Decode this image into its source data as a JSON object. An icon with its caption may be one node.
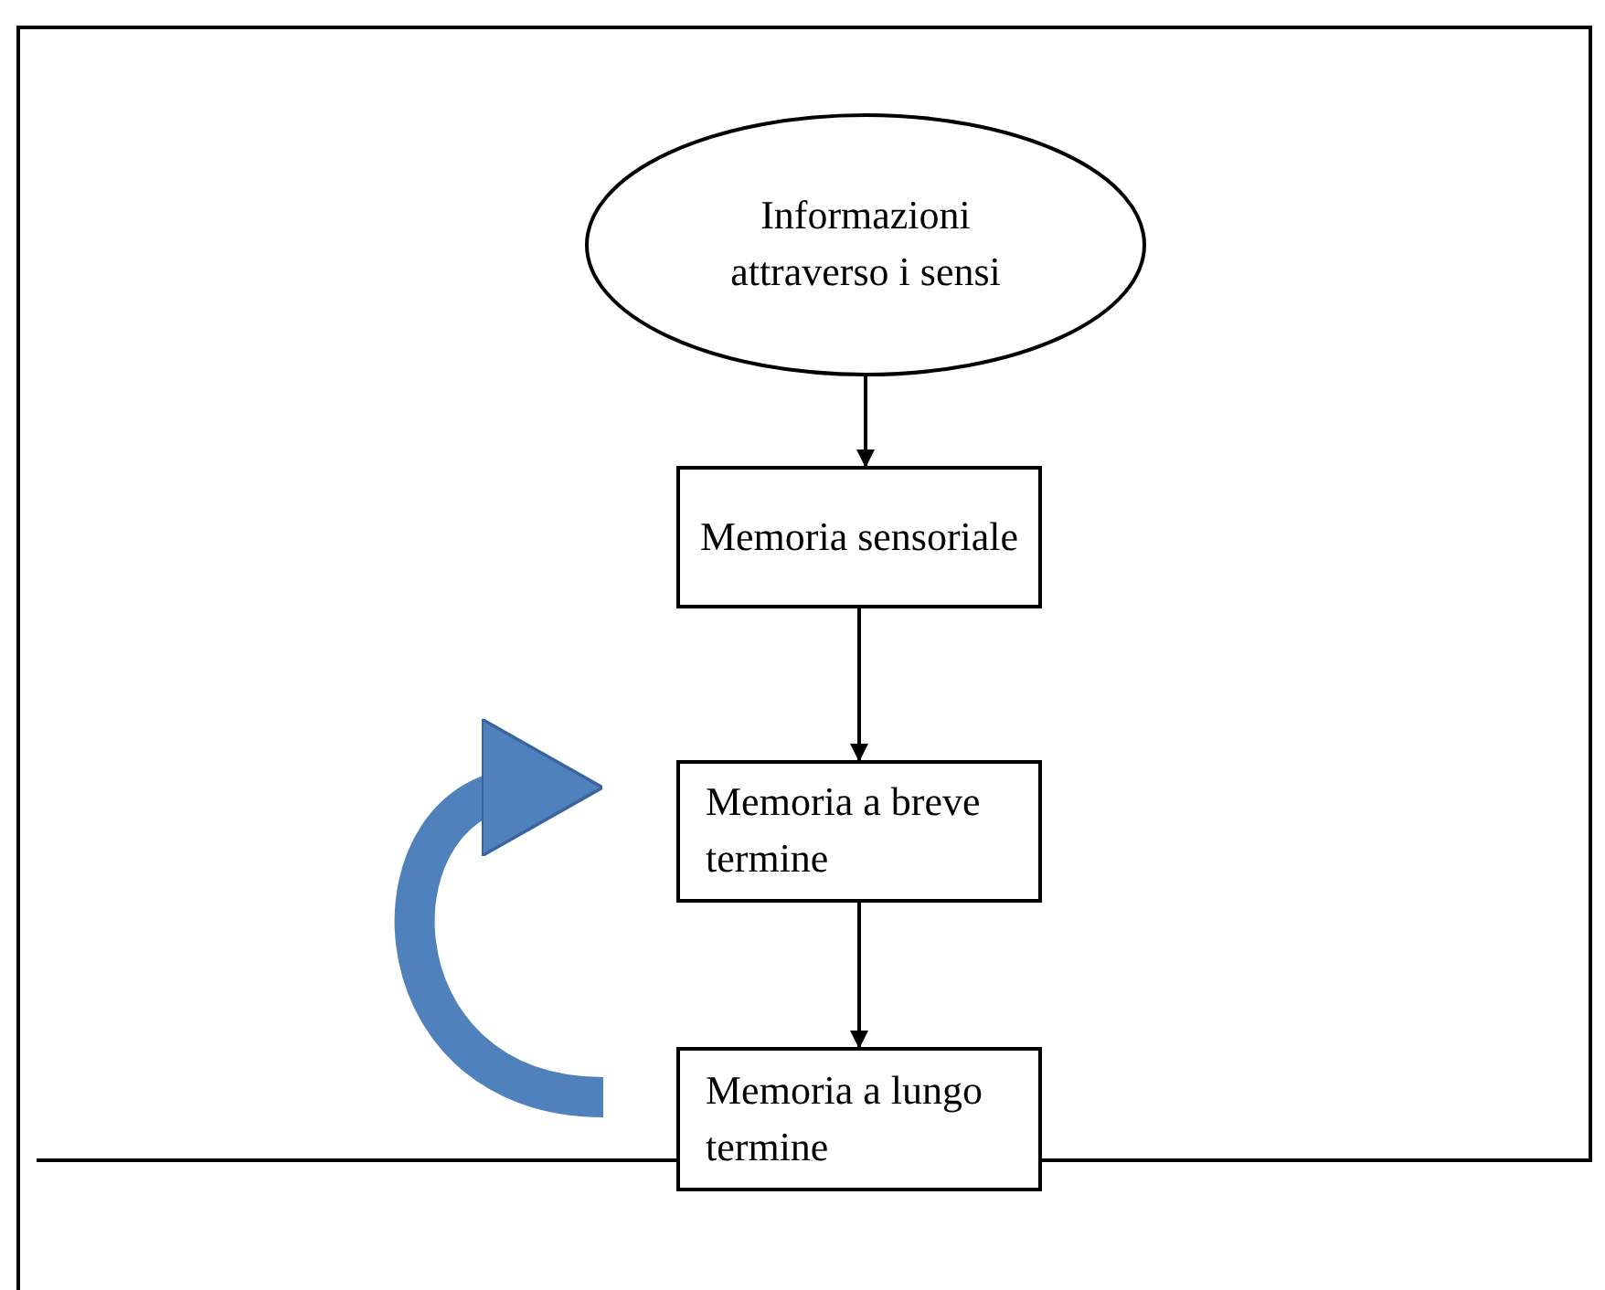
{
  "diagram": {
    "nodes": [
      {
        "text": [
          "Informazioni attraverso i sensi"
        ]
      },
      {
        "text": [
          "Memoria sensoriale"
        ]
      },
      {
        "text": [
          "Memoria a breve termine"
        ]
      },
      {
        "text": [
          "Memoria a lungo termine"
        ]
      }
    ],
    "edges": [
      {
        "from": 0,
        "to": 1,
        "arrow": "to"
      },
      {
        "from": 1,
        "to": 2,
        "arrow": "to"
      },
      {
        "from": 2,
        "to": 3,
        "arrow": "to"
      },
      {
        "from": 3,
        "to": 2,
        "arrow": "to",
        "style": "thick",
        "color": "#4f81bd"
      }
    ]
  }
}
